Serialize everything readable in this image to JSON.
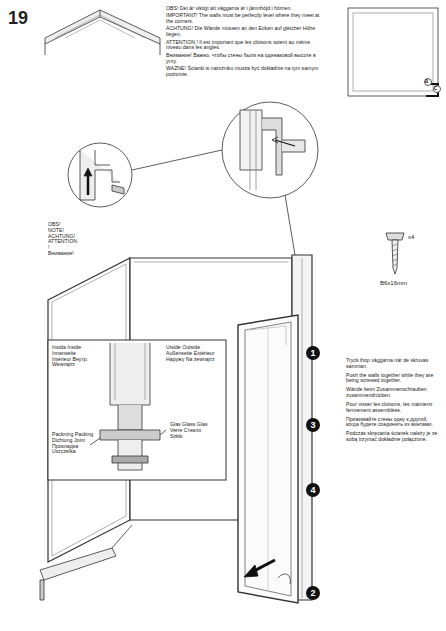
{
  "diagram": {
    "nodes": [
      {
        "text": [
          "1"
        ]
      },
      {
        "text": [
          "3"
        ]
      },
      {
        "text": [
          "4"
        ]
      },
      {
        "text": [
          "2"
        ]
      }
    ],
    "labels": [
      "19",
      "OBS! Det är viktigt att väggarna är i jämnhöjd i hörnen.",
      "IMPORTANT! The walls must be perfectly level where they meet at the corners.",
      "ACHTUNG! Die Wände müssen an den Ecken auf gleicher Höhe liegen.",
      "ATTENTION ! Il est important que les cloisons soient au même niveau dans les angles.",
      "Внимание! Важно, чтобы стены были на одинаковой высоте в углу.",
      "WAŻNE! Ścianki w narożniku musza być dokładnie na tym samym poziomie.",
      "B",
      "C",
      "OBS!",
      "NOTE!",
      "ACHTUNG!",
      "ATTENTION",
      "!",
      "Внимание!",
      "x4",
      "B6x16mm",
      "Insida Inside Innenseite Intérieur Внутр. Wewnątrz",
      "Utside Outside Außenseite Extérieur Наружу Na zewnątrz",
      "Glas Glass Glas Verre Стекло Szkło",
      "Packning Packing Dichtung Joint Прокладка Uszczelka",
      "Tryck ihop väggarna när de skruvas samman.",
      "Push the walls together while they are being screwed together.",
      "Wände beim Zusammenschrauben zusammendrücken.",
      "Pour visser les cloisons, les maintenir fermement assemblées.",
      "Прижимайте стены одну к другой, когда будете соединять их винтами.",
      "Podczas skręcania ścianek należy je ze sobą trzymać dokładnie połączone."
    ]
  }
}
